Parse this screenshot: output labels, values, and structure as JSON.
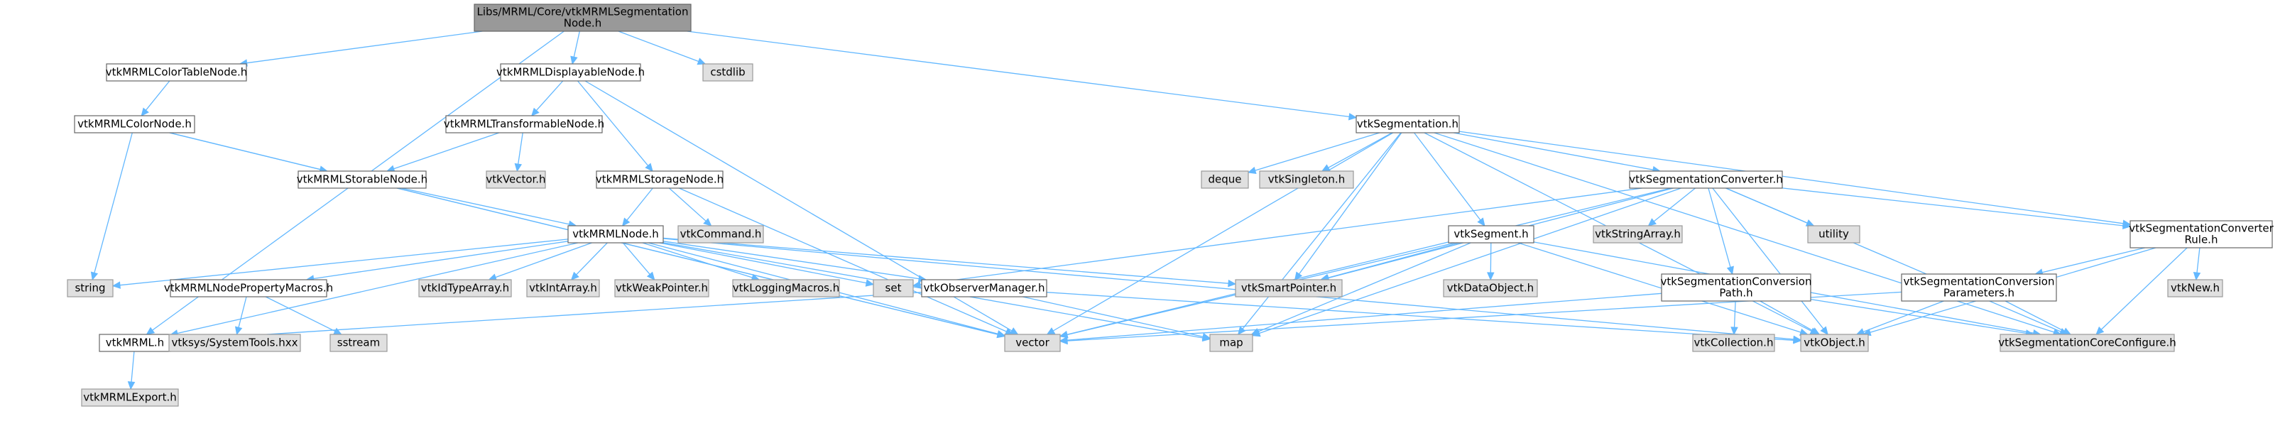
{
  "graph": {
    "nodes": [
      {
        "id": "root",
        "lines": [
          "Libs/MRML/Core/vtkMRMLSegmentation",
          "Node.h"
        ],
        "kind": "root"
      },
      {
        "id": "colortable",
        "lines": [
          "vtkMRMLColorTableNode.h"
        ],
        "kind": "normal"
      },
      {
        "id": "displayable",
        "lines": [
          "vtkMRMLDisplayableNode.h"
        ],
        "kind": "normal"
      },
      {
        "id": "cstdlib",
        "lines": [
          "cstdlib"
        ],
        "kind": "ext"
      },
      {
        "id": "colornode",
        "lines": [
          "vtkMRMLColorNode.h"
        ],
        "kind": "normal"
      },
      {
        "id": "transformable",
        "lines": [
          "vtkMRMLTransformableNode.h"
        ],
        "kind": "normal"
      },
      {
        "id": "segmentation",
        "lines": [
          "vtkSegmentation.h"
        ],
        "kind": "normal"
      },
      {
        "id": "storable",
        "lines": [
          "vtkMRMLStorableNode.h"
        ],
        "kind": "normal"
      },
      {
        "id": "vtkvector",
        "lines": [
          "vtkVector.h"
        ],
        "kind": "ext"
      },
      {
        "id": "storage",
        "lines": [
          "vtkMRMLStorageNode.h"
        ],
        "kind": "normal"
      },
      {
        "id": "deque",
        "lines": [
          "deque"
        ],
        "kind": "ext"
      },
      {
        "id": "singleton",
        "lines": [
          "vtkSingleton.h"
        ],
        "kind": "ext"
      },
      {
        "id": "converter",
        "lines": [
          "vtkSegmentationConverter.h"
        ],
        "kind": "normal"
      },
      {
        "id": "command",
        "lines": [
          "vtkCommand.h"
        ],
        "kind": "ext"
      },
      {
        "id": "mrmlnode",
        "lines": [
          "vtkMRMLNode.h"
        ],
        "kind": "normal"
      },
      {
        "id": "segment",
        "lines": [
          "vtkSegment.h"
        ],
        "kind": "normal"
      },
      {
        "id": "stringarray",
        "lines": [
          "vtkStringArray.h"
        ],
        "kind": "ext"
      },
      {
        "id": "utility",
        "lines": [
          "utility"
        ],
        "kind": "ext"
      },
      {
        "id": "rule",
        "lines": [
          "vtkSegmentationConverter",
          "Rule.h"
        ],
        "kind": "normal"
      },
      {
        "id": "string",
        "lines": [
          "string"
        ],
        "kind": "ext"
      },
      {
        "id": "propmacros",
        "lines": [
          "vtkMRMLNodePropertyMacros.h"
        ],
        "kind": "normal"
      },
      {
        "id": "idtypearray",
        "lines": [
          "vtkIdTypeArray.h"
        ],
        "kind": "ext"
      },
      {
        "id": "intarray",
        "lines": [
          "vtkIntArray.h"
        ],
        "kind": "ext"
      },
      {
        "id": "weakpointer",
        "lines": [
          "vtkWeakPointer.h"
        ],
        "kind": "ext"
      },
      {
        "id": "loggingmacros",
        "lines": [
          "vtkLoggingMacros.h"
        ],
        "kind": "ext"
      },
      {
        "id": "observer",
        "lines": [
          "vtkObserverManager.h"
        ],
        "kind": "normal"
      },
      {
        "id": "set",
        "lines": [
          "set"
        ],
        "kind": "ext"
      },
      {
        "id": "smartpointer",
        "lines": [
          "vtkSmartPointer.h"
        ],
        "kind": "ext"
      },
      {
        "id": "dataobject",
        "lines": [
          "vtkDataObject.h"
        ],
        "kind": "ext"
      },
      {
        "id": "convpath",
        "lines": [
          "vtkSegmentationConversion",
          "Path.h"
        ],
        "kind": "normal"
      },
      {
        "id": "convparams",
        "lines": [
          "vtkSegmentationConversion",
          "Parameters.h"
        ],
        "kind": "normal"
      },
      {
        "id": "vtknew",
        "lines": [
          "vtkNew.h"
        ],
        "kind": "ext"
      },
      {
        "id": "vtkmrml",
        "lines": [
          "vtkMRML.h"
        ],
        "kind": "normal"
      },
      {
        "id": "systemtools",
        "lines": [
          "vtksys/SystemTools.hxx"
        ],
        "kind": "ext"
      },
      {
        "id": "sstream",
        "lines": [
          "sstream"
        ],
        "kind": "ext"
      },
      {
        "id": "vector",
        "lines": [
          "vector"
        ],
        "kind": "ext"
      },
      {
        "id": "map",
        "lines": [
          "map"
        ],
        "kind": "ext"
      },
      {
        "id": "collection",
        "lines": [
          "vtkCollection.h"
        ],
        "kind": "ext"
      },
      {
        "id": "object",
        "lines": [
          "vtkObject.h"
        ],
        "kind": "ext"
      },
      {
        "id": "coreconfigure",
        "lines": [
          "vtkSegmentationCoreConfigure.h"
        ],
        "kind": "ext"
      },
      {
        "id": "mrmlexport",
        "lines": [
          "vtkMRMLExport.h"
        ],
        "kind": "ext"
      }
    ],
    "edges": [
      [
        "root",
        "colortable"
      ],
      [
        "root",
        "displayable"
      ],
      [
        "root",
        "cstdlib"
      ],
      [
        "root",
        "segmentation"
      ],
      [
        "root",
        "vtkmrml"
      ],
      [
        "colortable",
        "colornode"
      ],
      [
        "colornode",
        "storable"
      ],
      [
        "colornode",
        "string"
      ],
      [
        "colornode",
        "vector"
      ],
      [
        "displayable",
        "transformable"
      ],
      [
        "displayable",
        "storage"
      ],
      [
        "displayable",
        "vector"
      ],
      [
        "transformable",
        "storable"
      ],
      [
        "transformable",
        "vtkvector"
      ],
      [
        "storable",
        "mrmlnode"
      ],
      [
        "storable",
        "vector"
      ],
      [
        "storage",
        "mrmlnode"
      ],
      [
        "storage",
        "command"
      ],
      [
        "storage",
        "vector"
      ],
      [
        "mrmlnode",
        "string"
      ],
      [
        "mrmlnode",
        "propmacros"
      ],
      [
        "mrmlnode",
        "vtkmrml"
      ],
      [
        "mrmlnode",
        "idtypearray"
      ],
      [
        "mrmlnode",
        "intarray"
      ],
      [
        "mrmlnode",
        "weakpointer"
      ],
      [
        "mrmlnode",
        "loggingmacros"
      ],
      [
        "mrmlnode",
        "observer"
      ],
      [
        "mrmlnode",
        "set"
      ],
      [
        "mrmlnode",
        "smartpointer"
      ],
      [
        "mrmlnode",
        "map"
      ],
      [
        "mrmlnode",
        "vector"
      ],
      [
        "mrmlnode",
        "object"
      ],
      [
        "propmacros",
        "systemtools"
      ],
      [
        "propmacros",
        "sstream"
      ],
      [
        "observer",
        "vtkmrml"
      ],
      [
        "observer",
        "map"
      ],
      [
        "observer",
        "object"
      ],
      [
        "vtkmrml",
        "mrmlexport"
      ],
      [
        "segmentation",
        "deque"
      ],
      [
        "segmentation",
        "singleton"
      ],
      [
        "segmentation",
        "converter"
      ],
      [
        "segmentation",
        "segment"
      ],
      [
        "segmentation",
        "smartpointer"
      ],
      [
        "segmentation",
        "map"
      ],
      [
        "segmentation",
        "vector"
      ],
      [
        "segmentation",
        "object"
      ],
      [
        "segmentation",
        "rule"
      ],
      [
        "segmentation",
        "coreconfigure"
      ],
      [
        "converter",
        "set"
      ],
      [
        "converter",
        "smartpointer"
      ],
      [
        "converter",
        "stringarray"
      ],
      [
        "converter",
        "utility"
      ],
      [
        "converter",
        "convpath"
      ],
      [
        "converter",
        "rule"
      ],
      [
        "converter",
        "map"
      ],
      [
        "converter",
        "vector"
      ],
      [
        "converter",
        "object"
      ],
      [
        "converter",
        "coreconfigure"
      ],
      [
        "segment",
        "dataobject"
      ],
      [
        "segment",
        "smartpointer"
      ],
      [
        "segment",
        "map"
      ],
      [
        "segment",
        "vector"
      ],
      [
        "segment",
        "object"
      ],
      [
        "segment",
        "coreconfigure"
      ],
      [
        "convpath",
        "collection"
      ],
      [
        "convpath",
        "object"
      ],
      [
        "convpath",
        "coreconfigure"
      ],
      [
        "convpath",
        "vector"
      ],
      [
        "rule",
        "convparams"
      ],
      [
        "rule",
        "vtknew"
      ],
      [
        "rule",
        "object"
      ],
      [
        "rule",
        "coreconfigure"
      ],
      [
        "convparams",
        "object"
      ],
      [
        "convparams",
        "coreconfigure"
      ],
      [
        "convparams",
        "vector"
      ]
    ]
  },
  "colors": {
    "edge": "#63b8ff",
    "node_fill": "#ffffff",
    "ext_fill": "#e0e0e0",
    "root_fill": "#999999"
  }
}
